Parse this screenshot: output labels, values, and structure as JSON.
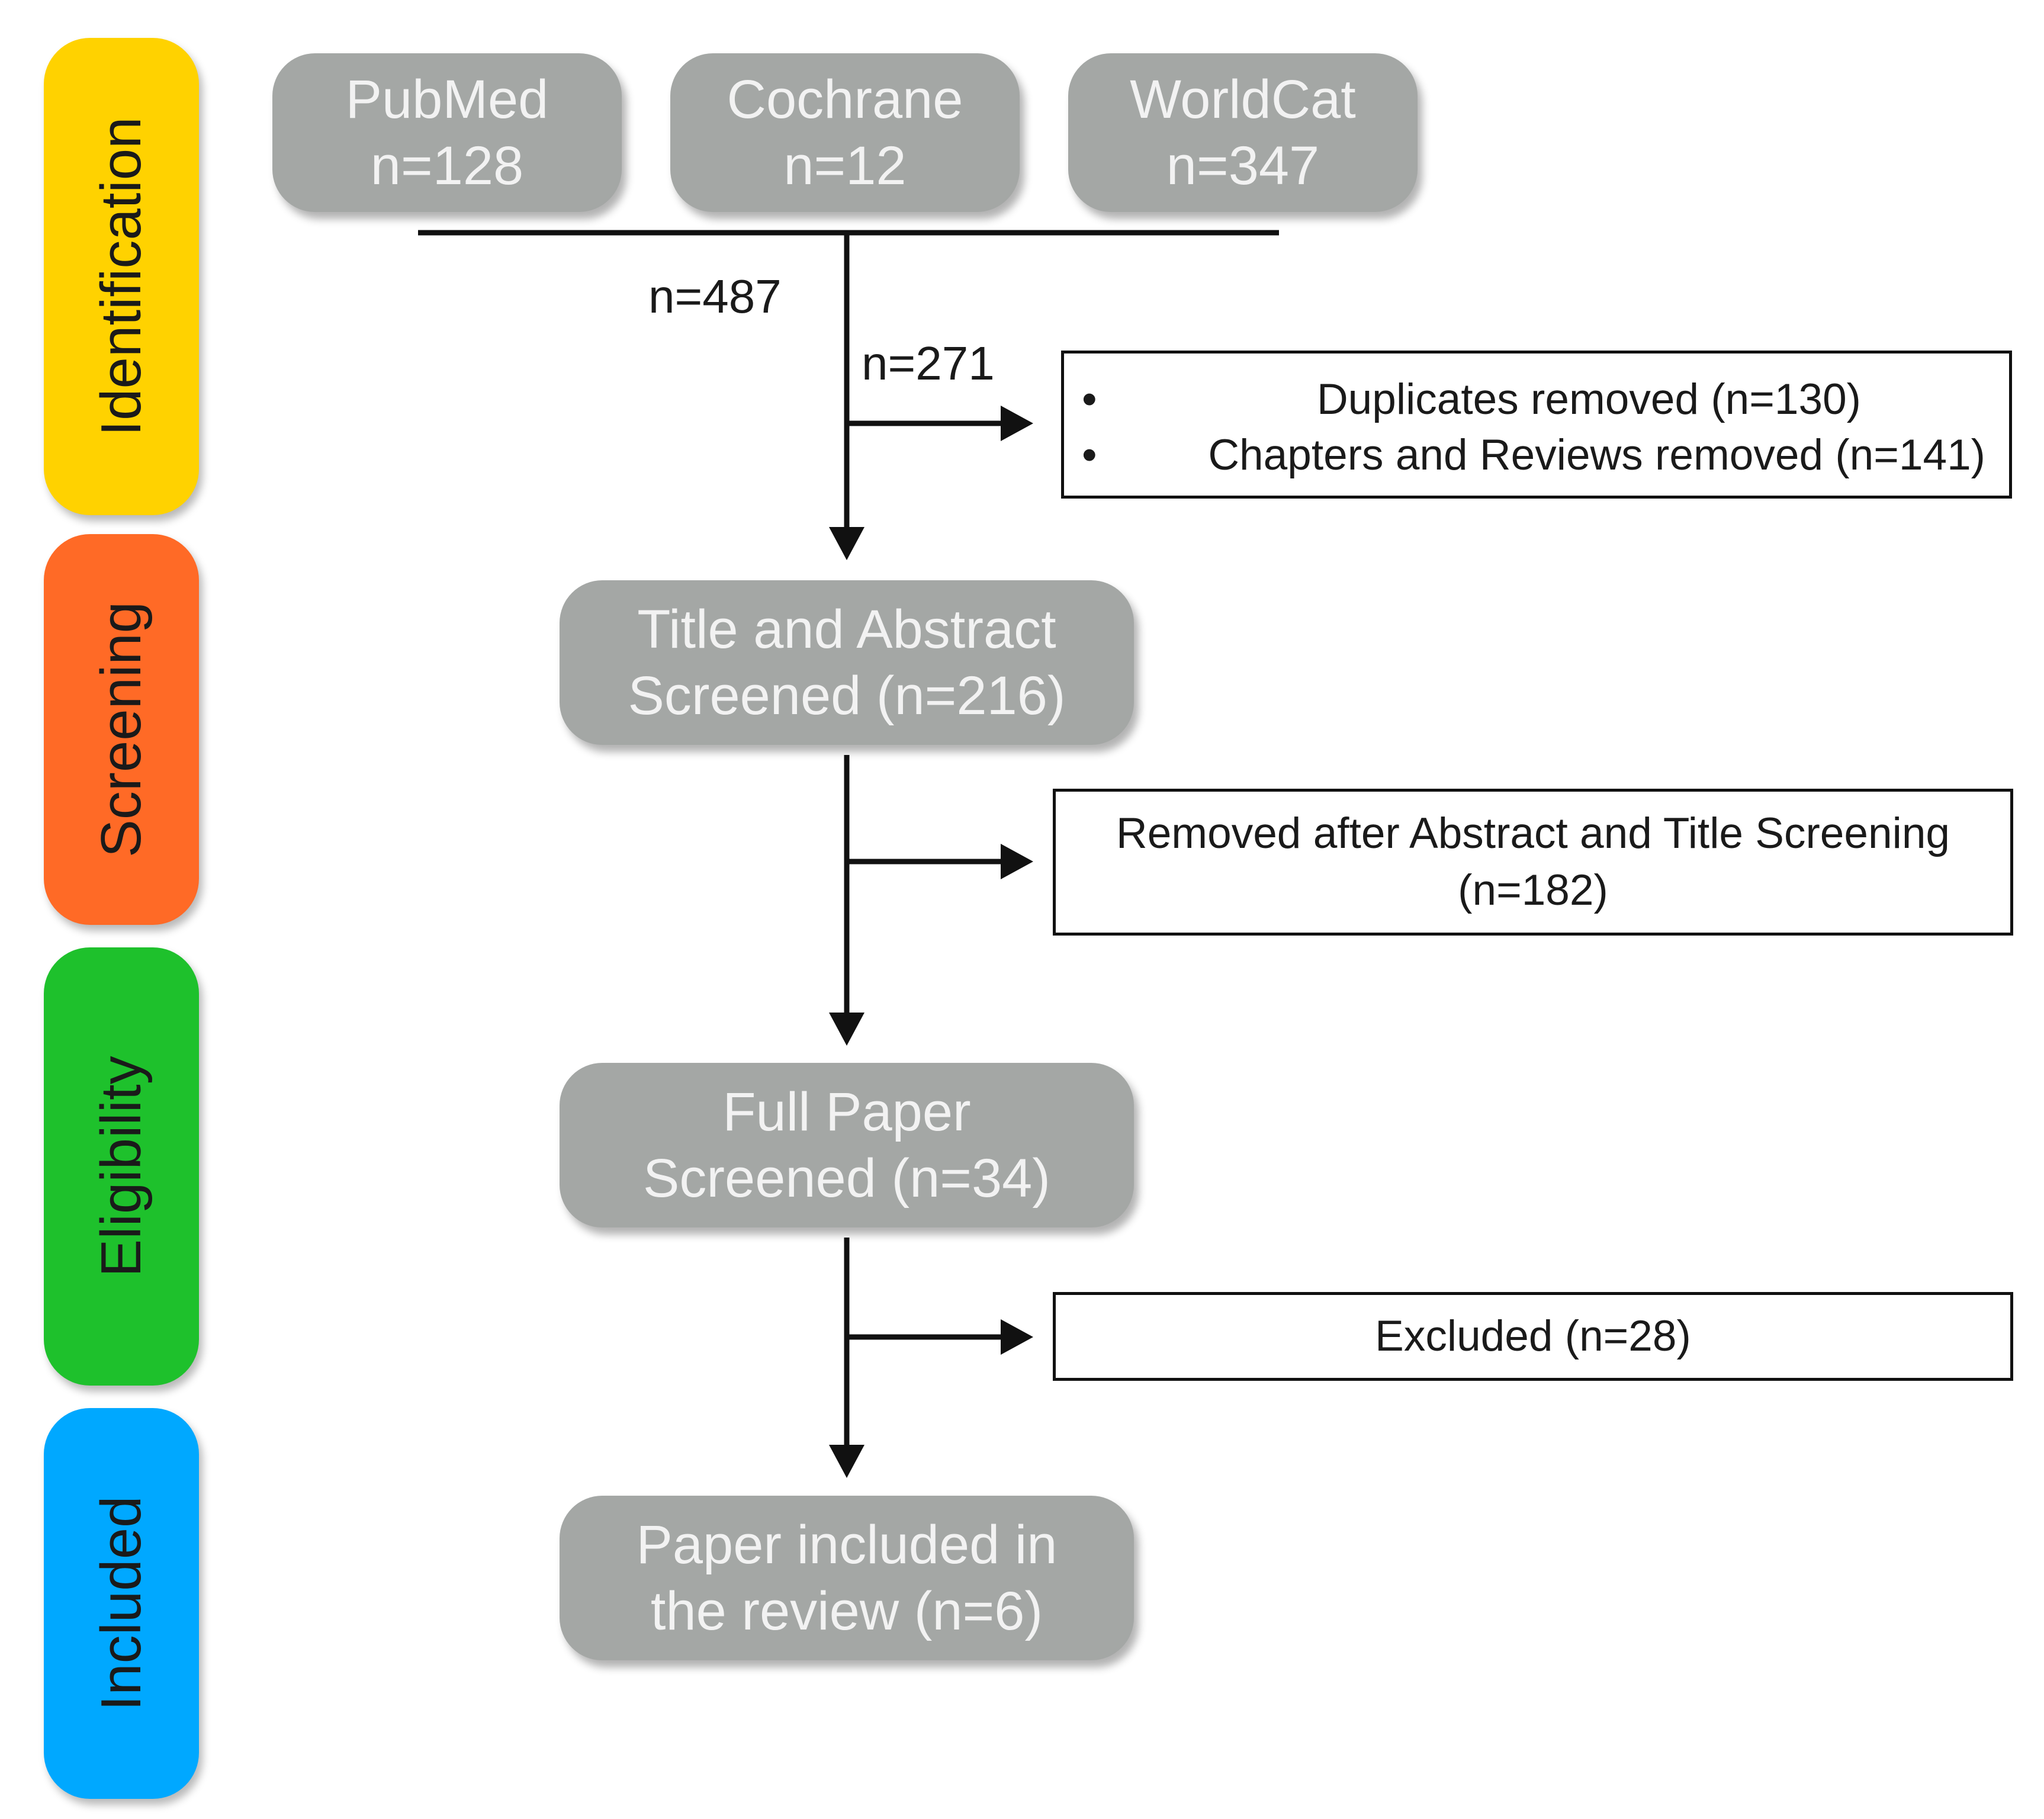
{
  "stages": [
    "Identification",
    "Screening",
    "Eligibility",
    "Included"
  ],
  "colors": {
    "identification": "#ffd200",
    "screening": "#ff6a26",
    "eligibility": "#1ec12c",
    "included": "#00a8ff",
    "process_box": "#a4a7a5"
  },
  "sources": [
    {
      "name": "PubMed",
      "count": "n=128"
    },
    {
      "name": "Cochrane",
      "count": "n=12"
    },
    {
      "name": "WorldCat",
      "count": "n=347"
    }
  ],
  "counts": {
    "combined": "n=487",
    "after_removal_branch": "n=271"
  },
  "removal_box": {
    "items": [
      "Duplicates removed (n=130)",
      "Chapters and Reviews removed (n=141)"
    ]
  },
  "screened_box": {
    "line1": "Title and Abstract",
    "line2": "Screened (n=216)"
  },
  "screening_excluded": {
    "line1": "Removed after Abstract and Title Screening",
    "line2": "(n=182)"
  },
  "full_paper_box": {
    "line1": "Full Paper",
    "line2": "Screened (n=34)"
  },
  "eligibility_excluded": {
    "text": "Excluded (n=28)"
  },
  "included_box": {
    "line1": "Paper included in",
    "line2": "the review (n=6)"
  }
}
